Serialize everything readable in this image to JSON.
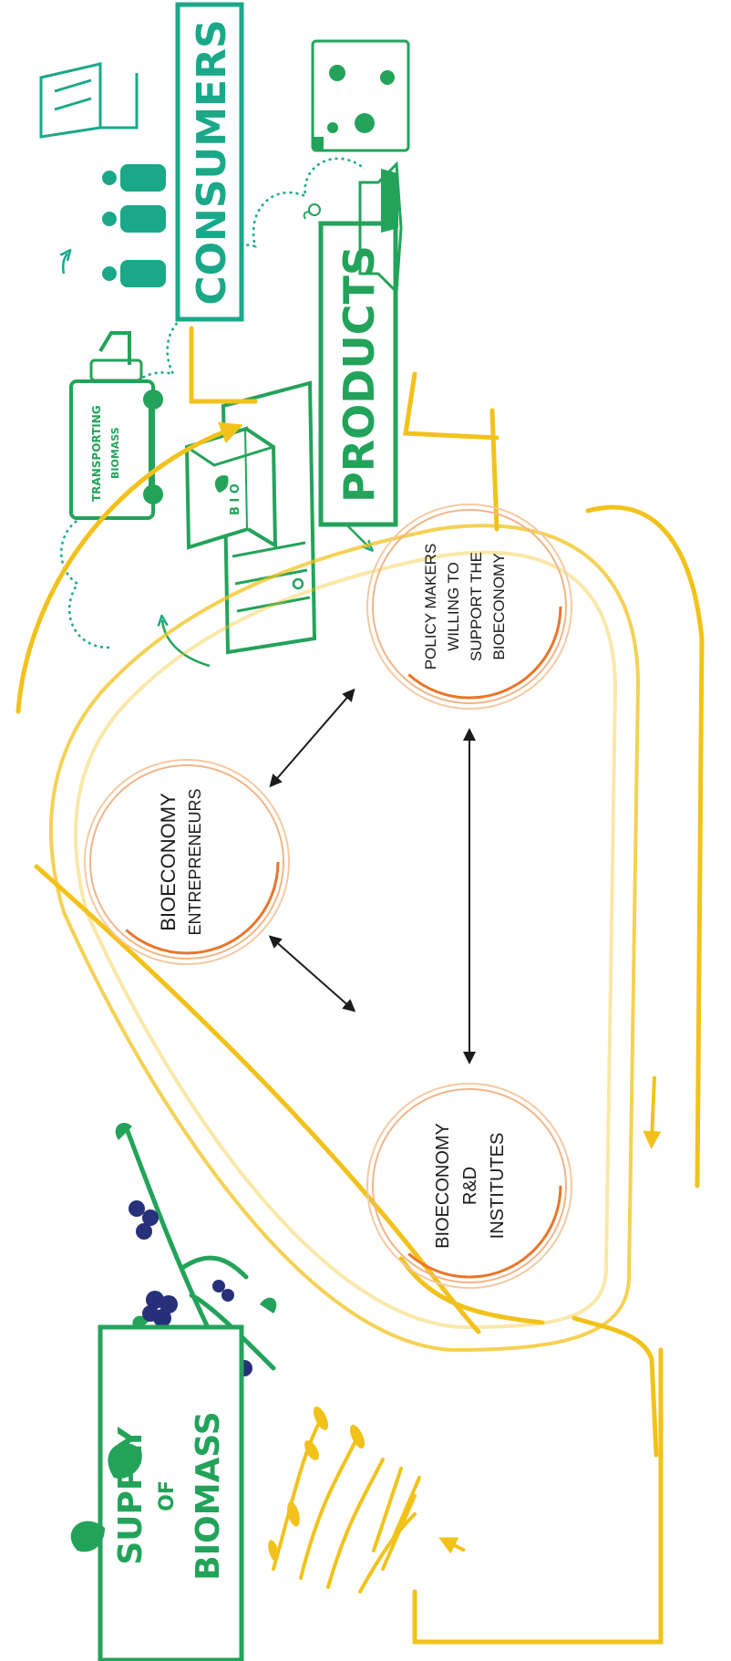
{
  "colors": {
    "green": "#23a35a",
    "teal": "#1aa889",
    "yellow": "#f2c21b",
    "orange": "#e9752a",
    "navy": "#27317a",
    "black": "#1b1b1b"
  },
  "actors": {
    "entrepreneurs": {
      "line1": "BIOECONOMY",
      "line2": "ENTREPRENEURS"
    },
    "rnd": {
      "line1": "BIOECONOMY",
      "line2": "R&D",
      "line3": "INSTITUTES"
    },
    "policy": {
      "line1": "POLICY MAKERS",
      "line2": "WILLING TO",
      "line3": "SUPPORT THE",
      "line4": "BIOECONOMY"
    }
  },
  "boxes": {
    "supply": {
      "line1": "SUPPLY",
      "line2": "OF",
      "line3": "BIOMASS"
    },
    "products": {
      "label": "PRODUCTS"
    },
    "consumers": {
      "label": "CONSUMERS"
    }
  },
  "truck": {
    "line1": "TRANSPORTING",
    "line2": "BIOMASS"
  },
  "crate": {
    "label": "B I O"
  },
  "icons": [
    "leaf-icon",
    "berry-branch-icon",
    "wheat-icon",
    "truck-icon",
    "crate-icon",
    "conveyor-icon",
    "flask-icon",
    "juice-carton-icon",
    "person-icon",
    "shopping-cart-icon",
    "cloud-outline-icon"
  ]
}
